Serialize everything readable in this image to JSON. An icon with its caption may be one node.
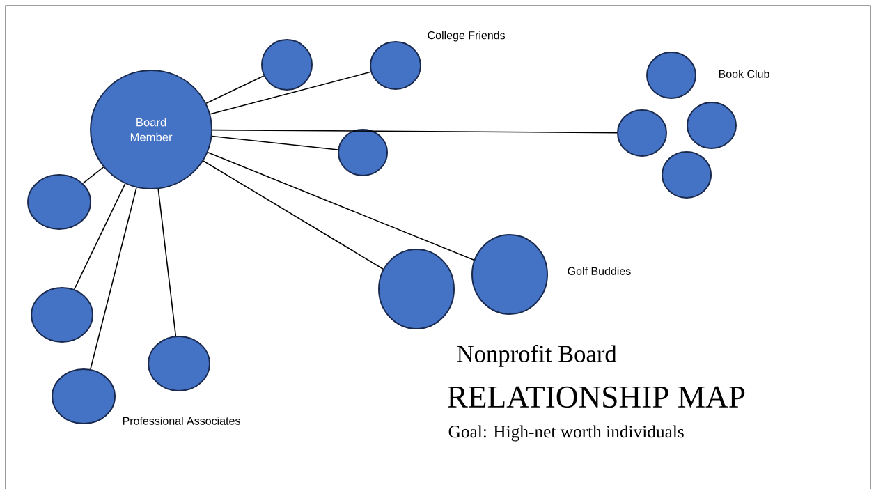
{
  "diagram": {
    "nodes": [
      {
        "text": [
          "Board Member"
        ]
      },
      {
        "text": [],
        "shape": "circle"
      },
      {
        "text": [],
        "shape": "circle"
      },
      {
        "text": [],
        "shape": "circle"
      },
      {
        "text": [],
        "shape": "circle"
      },
      {
        "text": [],
        "shape": "circle"
      },
      {
        "text": [],
        "shape": "circle"
      },
      {
        "text": [],
        "shape": "circle"
      },
      {
        "text": [],
        "shape": "circle"
      },
      {
        "text": [],
        "shape": "circle"
      },
      {
        "text": [],
        "shape": "circle"
      },
      {
        "text": [],
        "shape": "circle"
      },
      {
        "text": [],
        "shape": "circle"
      },
      {
        "text": [],
        "shape": "circle"
      }
    ],
    "edges": [
      {
        "from": 0,
        "to": 1,
        "arrow": "none"
      },
      {
        "from": 0,
        "to": 2,
        "arrow": "none"
      },
      {
        "from": 0,
        "to": 3,
        "arrow": "none"
      },
      {
        "from": 0,
        "to": 5,
        "arrow": "none"
      },
      {
        "from": 0,
        "to": 9,
        "arrow": "none"
      },
      {
        "from": 0,
        "to": 8,
        "arrow": "none"
      },
      {
        "from": 0,
        "to": 10,
        "arrow": "none"
      },
      {
        "from": 0,
        "to": 11,
        "arrow": "none"
      },
      {
        "from": 0,
        "to": 12,
        "arrow": "none"
      },
      {
        "from": 0,
        "to": 13,
        "arrow": "none"
      }
    ],
    "labels": [
      "College Friends",
      "Book Club",
      "Golf Buddies",
      "Professional Associates",
      "Nonprofit Board",
      "RELATIONSHIP MAP",
      "Goal: High-net worth individuals"
    ]
  }
}
